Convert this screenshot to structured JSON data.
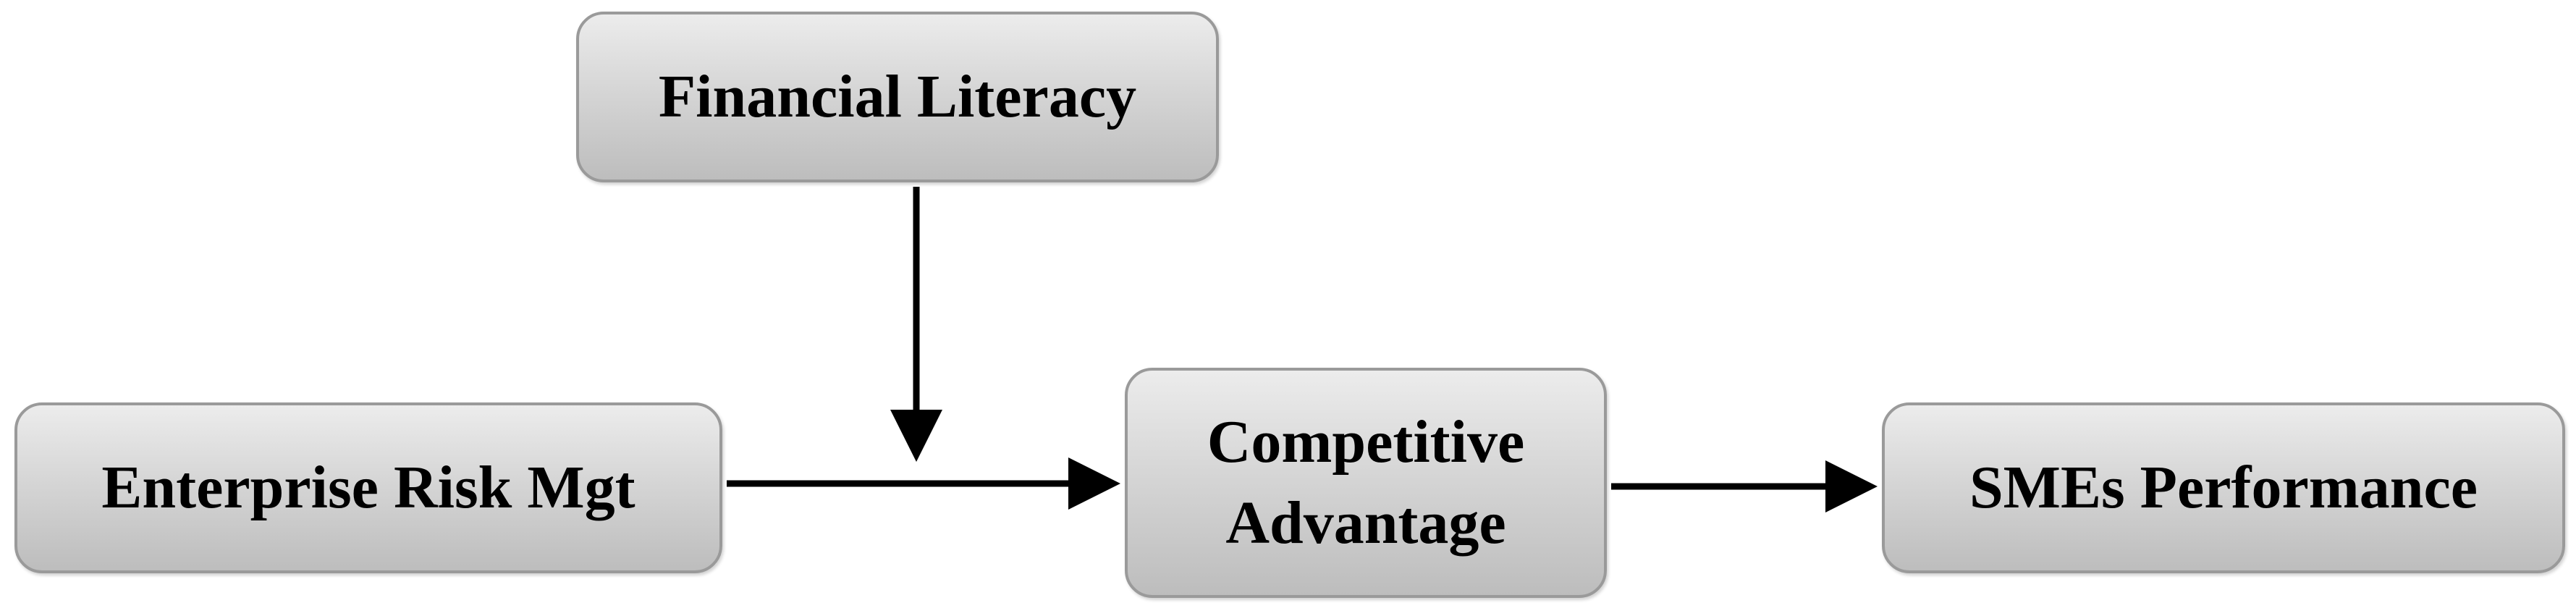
{
  "diagram": {
    "nodes": {
      "financial_literacy": {
        "label": "Financial Literacy"
      },
      "enterprise_risk": {
        "label": "Enterprise Risk Mgt"
      },
      "competitive_advantage": {
        "label": "Competitive\nAdvantage"
      },
      "smes_performance": {
        "label": "SMEs Performance"
      }
    },
    "edges": [
      {
        "from": "enterprise_risk",
        "to": "competitive_advantage"
      },
      {
        "from": "financial_literacy",
        "to": "enterprise_risk-competitive_advantage"
      },
      {
        "from": "competitive_advantage",
        "to": "smes_performance"
      }
    ],
    "colors": {
      "box_top": "#ececec",
      "box_bottom": "#bdbdbd",
      "box_border": "#9a9a9a",
      "arrow": "#000000",
      "text": "#000000"
    }
  }
}
